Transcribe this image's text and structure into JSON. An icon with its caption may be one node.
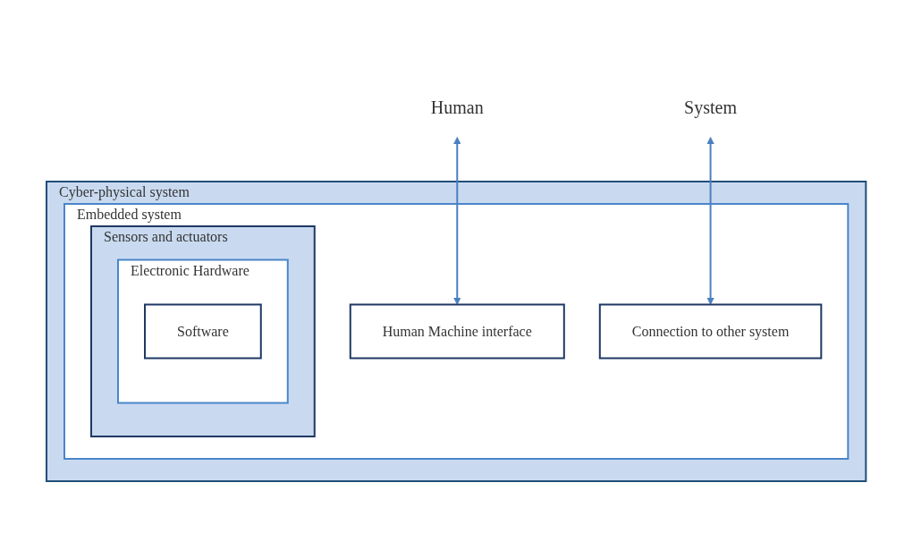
{
  "diagram": {
    "nodes": [
      {
        "text": [
          "Human"
        ]
      },
      {
        "text": [
          "System"
        ]
      },
      {
        "text": [
          "Cyber-physical system"
        ]
      },
      {
        "text": [
          "Embedded system"
        ],
        "in": 2
      },
      {
        "text": [
          "Human Machine interface"
        ],
        "in": 3
      },
      {
        "text": [
          "Connection to other system"
        ],
        "in": 3
      },
      {
        "text": [
          "Sensors and actuators"
        ],
        "in": 3
      },
      {
        "text": [
          "Electronic Hardware"
        ],
        "in": 6
      },
      {
        "text": [
          "Software"
        ],
        "in": 7
      }
    ],
    "edges": [
      {
        "from": 0,
        "to": 4,
        "arrow": "both"
      },
      {
        "from": 1,
        "to": 5,
        "arrow": "both"
      }
    ]
  }
}
